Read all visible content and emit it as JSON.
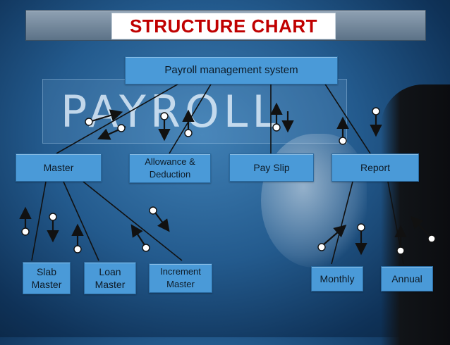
{
  "title": "STRUCTURE CHART",
  "background_word": "PAYROLL",
  "nodes": {
    "root": "Payroll management system",
    "master": "Master",
    "allowance": "Allowance &\nDeduction",
    "payslip": "Pay Slip",
    "report": "Report",
    "slab": "Slab\nMaster",
    "loan": "Loan\nMaster",
    "increment": "Increment\nMaster",
    "monthly": "Monthly",
    "annual": "Annual"
  },
  "colors": {
    "title_text": "#c00000",
    "box_fill": "#4a9ad8",
    "connector": "#111111"
  }
}
